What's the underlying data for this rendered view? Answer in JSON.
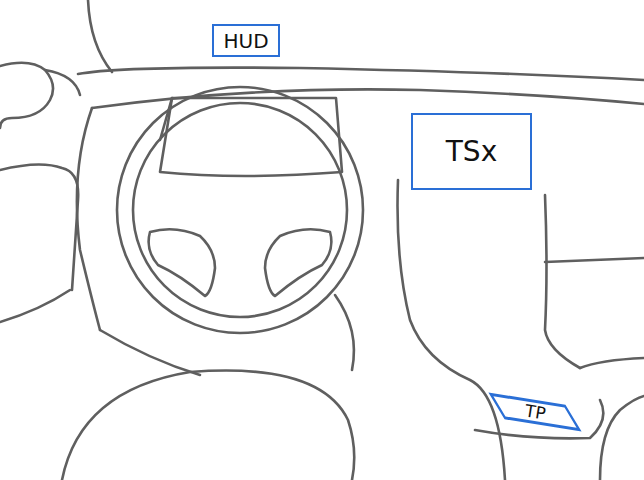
{
  "diagram": {
    "nodes": [
      {
        "text": [
          "HUD"
        ]
      },
      {
        "text": [
          "TSx"
        ]
      },
      {
        "text": [
          "TP"
        ]
      }
    ]
  }
}
